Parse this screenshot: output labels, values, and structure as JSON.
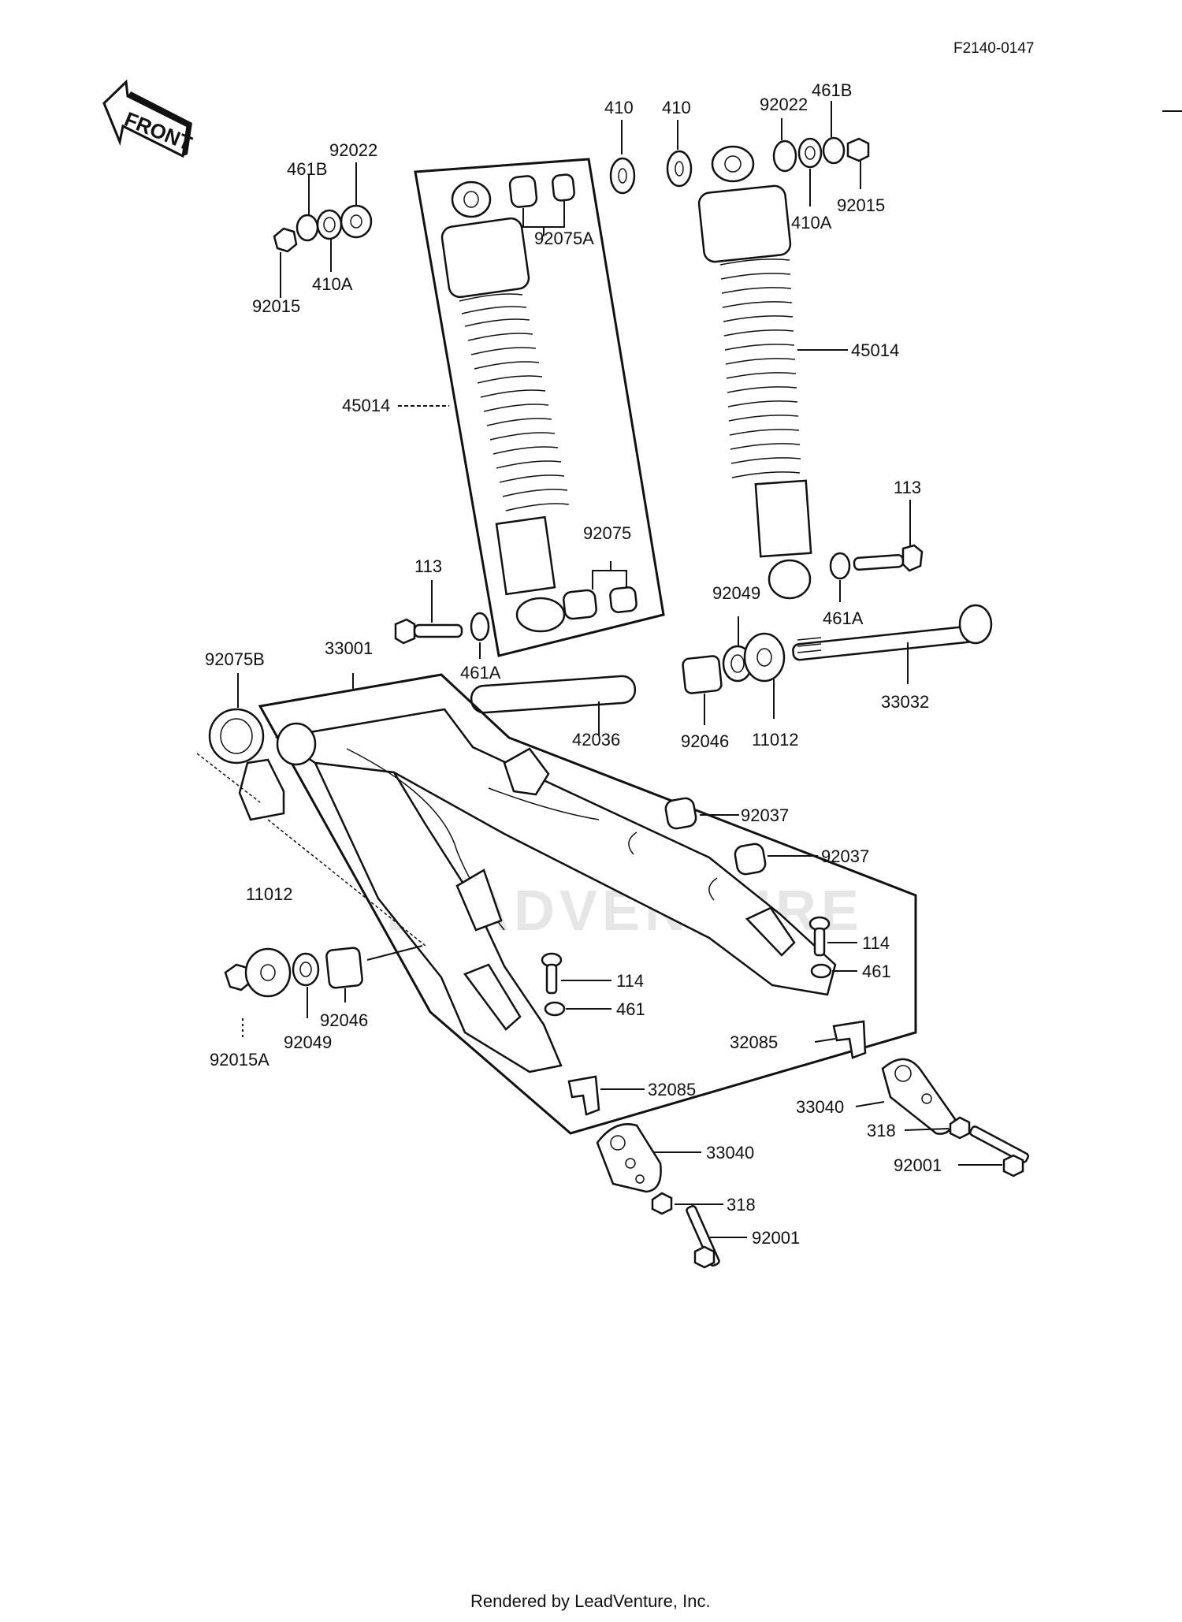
{
  "diagram_code": "F2140-0147",
  "front_label": "FRONT",
  "watermark": "LEADVENTURE",
  "footer": "Rendered by LeadVenture, Inc.",
  "callouts": {
    "c_92022_l": "92022",
    "c_461B_l": "461B",
    "c_410A_l": "410A",
    "c_92015_l": "92015",
    "c_92075A": "92075A",
    "c_45014_l": "45014",
    "c_92075": "92075",
    "c_113_l": "113",
    "c_461A_l": "461A",
    "c_410_a": "410",
    "c_410_b": "410",
    "c_92022_r": "92022",
    "c_461B_r": "461B",
    "c_410A_r": "410A",
    "c_92015_r": "92015",
    "c_45014_r": "45014",
    "c_113_r": "113",
    "c_461A_r": "461A",
    "c_92049_r": "92049",
    "c_33032": "33032",
    "c_11012_r": "11012",
    "c_92046_r": "92046",
    "c_92075B": "92075B",
    "c_33001": "33001",
    "c_42036": "42036",
    "c_92037_a": "92037",
    "c_92037_b": "92037",
    "c_11012_l": "11012",
    "c_92046_l": "92046",
    "c_92049_l": "92049",
    "c_92015A": "92015A",
    "c_114_l": "114",
    "c_461_l": "461",
    "c_114_r": "114",
    "c_461_r": "461",
    "c_32085_r": "32085",
    "c_32085_l": "32085",
    "c_33040_r": "33040",
    "c_318_r": "318",
    "c_92001_r": "92001",
    "c_33040_l": "33040",
    "c_318_l": "318",
    "c_92001_l": "92001"
  }
}
